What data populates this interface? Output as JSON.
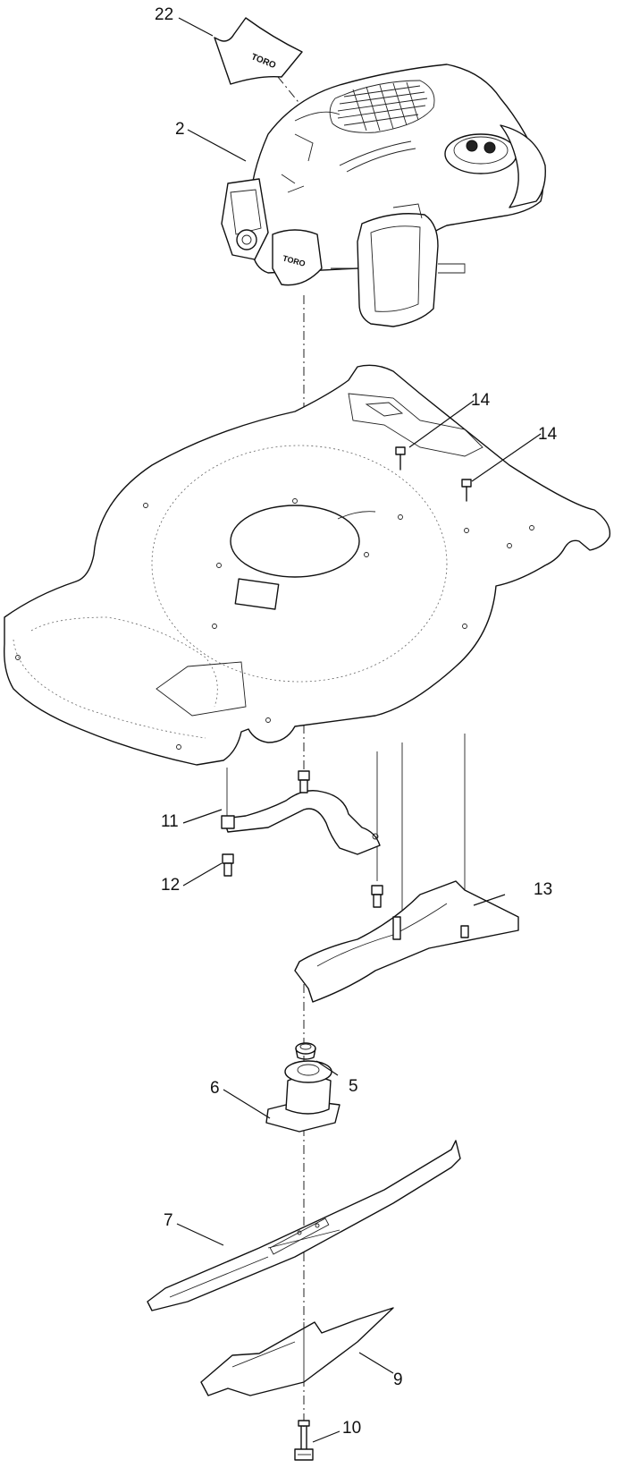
{
  "callouts": {
    "c22": "22",
    "c2": "2",
    "c14a": "14",
    "c14b": "14",
    "c13": "13",
    "c11": "11",
    "c12": "12",
    "c5": "5",
    "c6": "6",
    "c7": "7",
    "c9": "9",
    "c10": "10"
  },
  "brand_marks": {
    "decal_text": "TORO",
    "engine_text": "TORO"
  },
  "colors": {
    "line": "#111111",
    "background": "#ffffff"
  }
}
